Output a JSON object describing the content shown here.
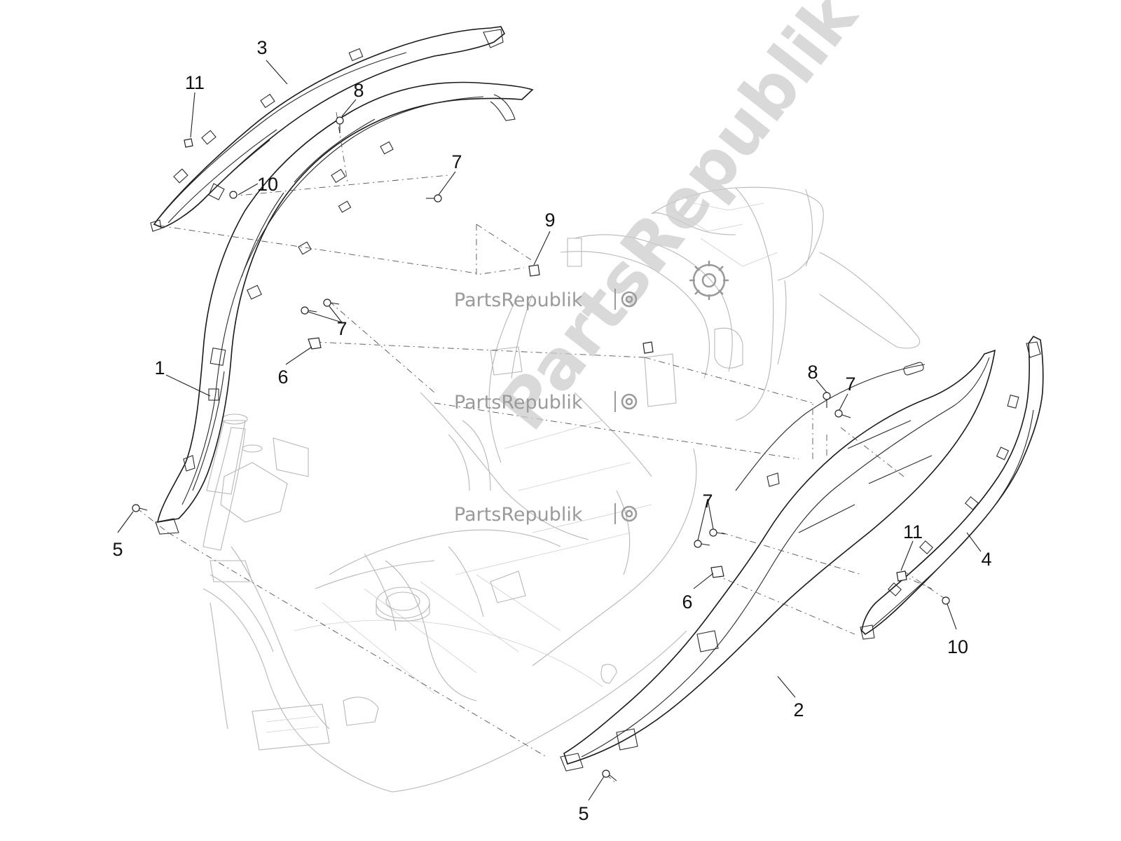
{
  "watermark": {
    "brand": "PartsRepublik",
    "brand_large": "PartsRepublik"
  },
  "callouts": [
    {
      "id": "c-3",
      "label": "3"
    },
    {
      "id": "c-11-left",
      "label": "11"
    },
    {
      "id": "c-8-top",
      "label": "8"
    },
    {
      "id": "c-10-left",
      "label": "10"
    },
    {
      "id": "c-7-top",
      "label": "7"
    },
    {
      "id": "c-9",
      "label": "9"
    },
    {
      "id": "c-7-mid",
      "label": "7"
    },
    {
      "id": "c-6-left",
      "label": "6"
    },
    {
      "id": "c-1",
      "label": "1"
    },
    {
      "id": "c-5-left",
      "label": "5"
    },
    {
      "id": "c-8-right",
      "label": "8"
    },
    {
      "id": "c-7-right",
      "label": "7"
    },
    {
      "id": "c-7-lower",
      "label": "7"
    },
    {
      "id": "c-6-right",
      "label": "6"
    },
    {
      "id": "c-11-right",
      "label": "11"
    },
    {
      "id": "c-4",
      "label": "4"
    },
    {
      "id": "c-10-right",
      "label": "10"
    },
    {
      "id": "c-2",
      "label": "2"
    },
    {
      "id": "c-5-bottom",
      "label": "5"
    }
  ]
}
